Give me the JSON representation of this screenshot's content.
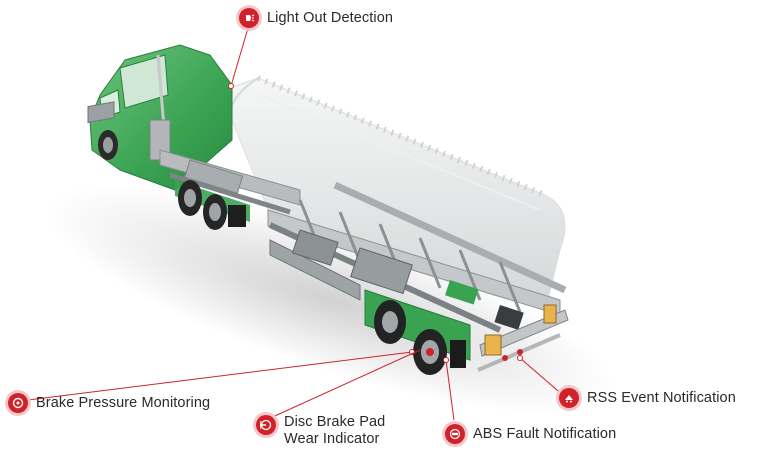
{
  "callouts": {
    "light_out": {
      "label": "Light Out Detection",
      "icon": "lamp-icon"
    },
    "brake_pressure": {
      "label": "Brake Pressure Monitoring",
      "icon": "gauge-icon"
    },
    "disc_brake": {
      "label_line1": "Disc Brake Pad",
      "label_line2": "Wear Indicator",
      "icon": "brake-pad-icon"
    },
    "abs_fault": {
      "label": "ABS Fault Notification",
      "icon": "abs-icon"
    },
    "rss_event": {
      "label": "RSS Event Notification",
      "icon": "rollover-icon"
    }
  },
  "colors": {
    "accent": "#d0222a",
    "cab_green": "#3fae5a",
    "chassis_gray": "#b8bcbf",
    "tank_ghost": "#e7e9ea"
  }
}
